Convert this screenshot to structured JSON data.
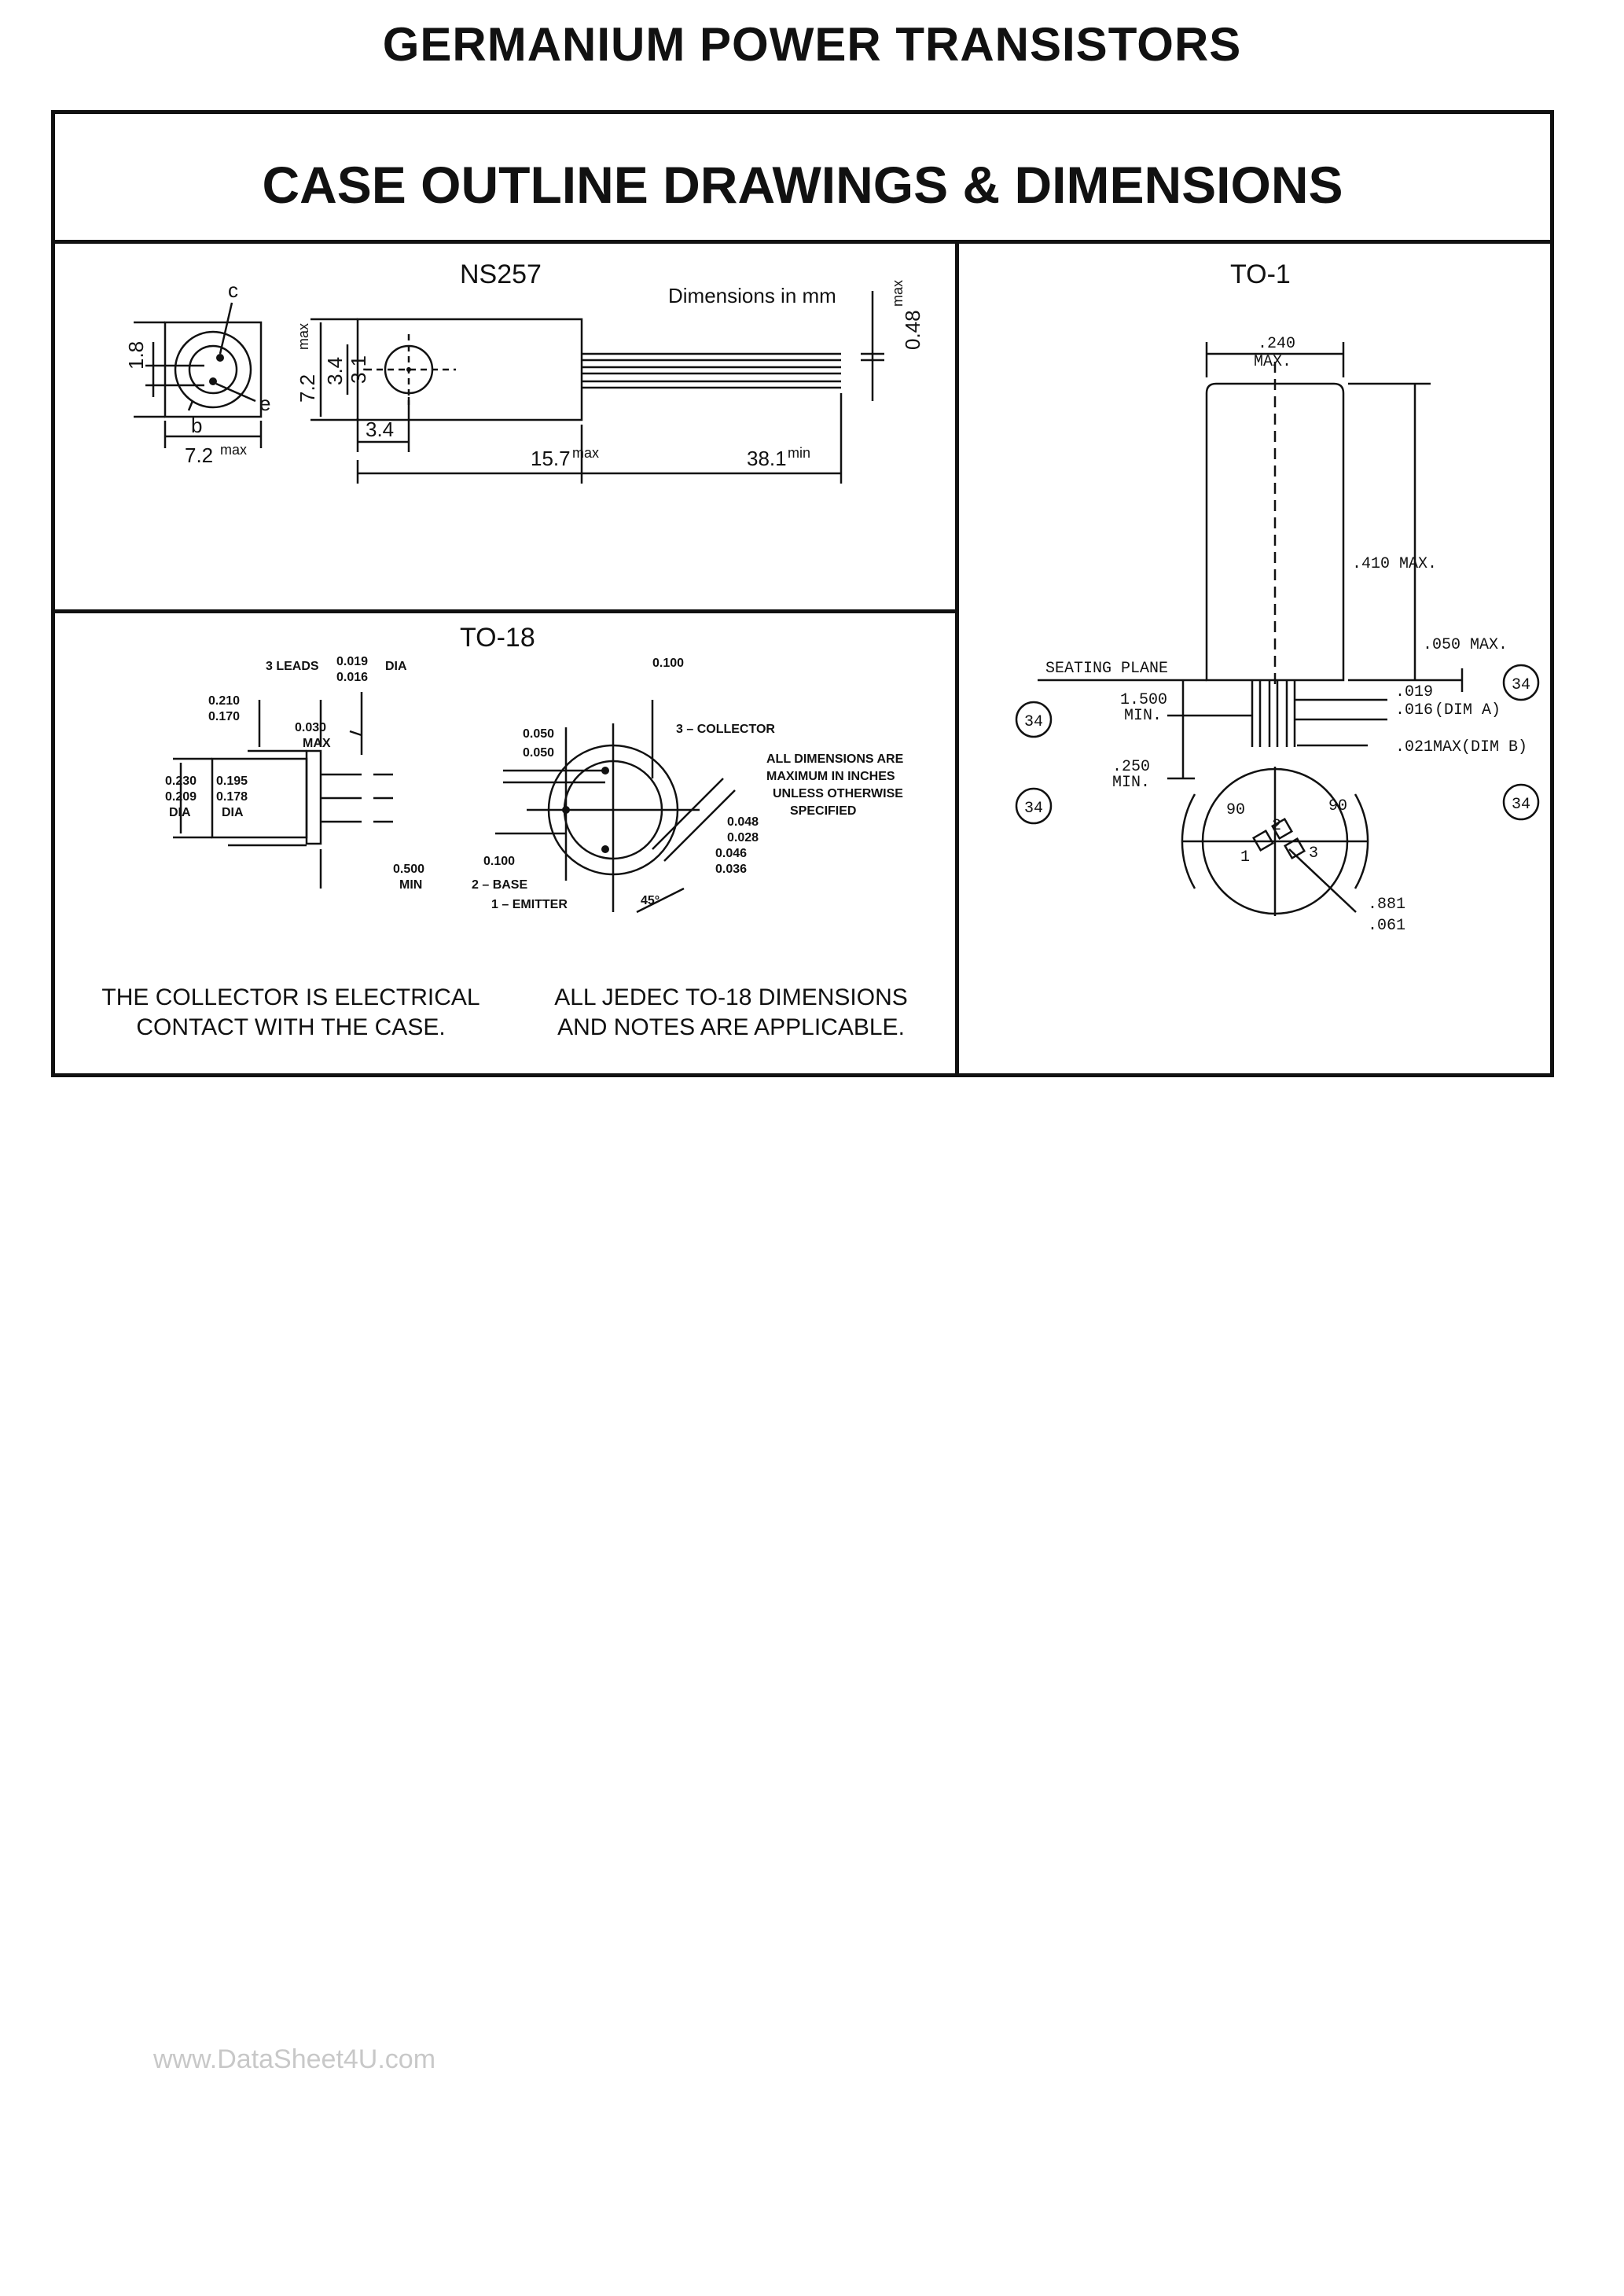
{
  "header": {
    "title": "GERMANIUM POWER TRANSISTORS",
    "section_title": "CASE OUTLINE DRAWINGS & DIMENSIONS"
  },
  "ns257": {
    "title": "NS257",
    "units_note": "Dimensions in mm",
    "labels": {
      "c": "c",
      "b": "b",
      "e": "e",
      "d_1_8": "1.8",
      "d_7_2": "7.2",
      "max": "max",
      "min": "min",
      "d_3_4": "3.4",
      "d_3_1": "3.1",
      "d_0_48": "0.48",
      "d_15_7": "15.7",
      "d_38_1": "38.1"
    }
  },
  "to18": {
    "title": "TO-18",
    "labels": {
      "leads": "3 LEADS",
      "d_019": "0.019",
      "d_016": "0.016",
      "dia": "DIA",
      "d_210": "0.210",
      "d_170": "0.170",
      "d_030": "0.030",
      "max": "MAX",
      "d_230": "0.230",
      "d_209": "0.209",
      "d_195": "0.195",
      "d_178": "0.178",
      "d_500": "0.500",
      "min": "MIN",
      "d_100": "0.100",
      "d_050": "0.050",
      "collector": "3 – COLLECTOR",
      "base": "2 – BASE",
      "emitter": "1 – EMITTER",
      "d_048": "0.048",
      "d_028": "0.028",
      "d_046": "0.046",
      "d_036": "0.036",
      "deg45": "45°",
      "note_1": "ALL DIMENSIONS ARE",
      "note_2": "MAXIMUM IN INCHES",
      "note_3": "UNLESS OTHERWISE",
      "note_4": "SPECIFIED"
    },
    "note_left": "THE COLLECTOR IS ELECTRICAL\nCONTACT WITH THE CASE.",
    "note_right": "ALL JEDEC TO-18 DIMENSIONS\nAND NOTES ARE APPLICABLE."
  },
  "to1": {
    "title": "TO-1",
    "labels": {
      "d_240": ".240",
      "max": "MAX.",
      "d_410": ".410 MAX.",
      "d_050": ".050 MAX.",
      "seating": "SEATING PLANE",
      "d_1500": "1.500",
      "min": "MIN.",
      "d_019": ".019",
      "d_016": ".016",
      "dim_a": "(DIM A)",
      "d_021": ".021MAX(DIM B)",
      "d_250": ".250",
      "deg90": "90",
      "p1": "1",
      "p2": "2",
      "p3": "3",
      "d_881": ".881",
      "d_061": ".061",
      "ref34": "34",
      "dot": "•"
    }
  },
  "watermark": "www.DataSheet4U.com"
}
